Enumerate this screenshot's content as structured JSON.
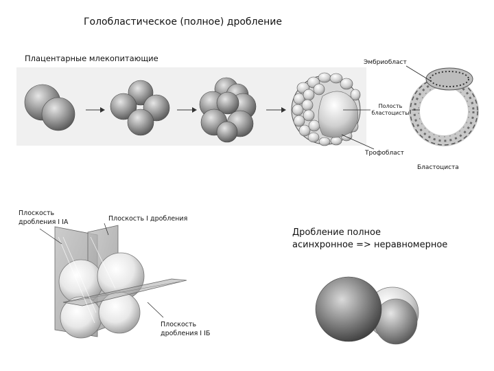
{
  "title": "Голобластическое (полное) дробление",
  "top_section": {
    "subtitle": "Плацентарные млекопитающие",
    "labels": {
      "embryoblast": "Эмбриобласт",
      "cavity_line1": "Полость",
      "cavity_line2": "бластоцисты",
      "trophoblast": "Трофобласт",
      "blastocyst": "Бластоциста"
    }
  },
  "planes_section": {
    "plane_2a_line1": "Плоскость",
    "plane_2a_line2": "дробления I IA",
    "plane_1": "Плоскость I дробления",
    "plane_2b_line1": "Плоскость",
    "plane_2b_line2": "дробления I IБ"
  },
  "description": {
    "line1": "Дробление полное",
    "line2": "асинхронное => неравномерное"
  }
}
